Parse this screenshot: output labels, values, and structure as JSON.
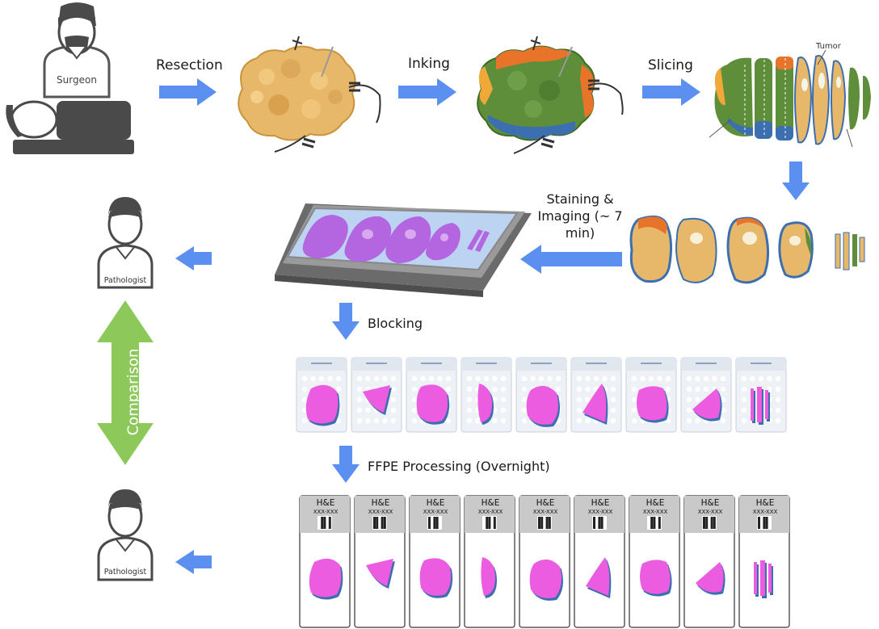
{
  "labels": {
    "resection": "Resection",
    "inking": "Inking",
    "slicing": "Slicing",
    "tumor": "Tumor",
    "staining": "Staining & Imaging (~ 7 min)",
    "blocking": "Blocking",
    "ffpe": "FFPE Processing (Overnight)",
    "comparison": "Comparison"
  },
  "people": {
    "surgeon": "Surgeon",
    "pathologist_top": "Pathologist",
    "pathologist_bottom": "Pathologist"
  },
  "slides": [
    {
      "stain": "H&E",
      "code": "XXX-XXX"
    },
    {
      "stain": "H&E",
      "code": "XXX-XXX"
    },
    {
      "stain": "H&E",
      "code": "XXX-XXX"
    },
    {
      "stain": "H&E",
      "code": "XXX-XXX"
    },
    {
      "stain": "H&E",
      "code": "XXX-XXX"
    },
    {
      "stain": "H&E",
      "code": "XXX-XXX"
    },
    {
      "stain": "H&E",
      "code": "XXX-XXX"
    },
    {
      "stain": "H&E",
      "code": "XXX-XXX"
    },
    {
      "stain": "H&E",
      "code": "XXX-XXX"
    }
  ],
  "colors": {
    "arrow": "#5b8ff0",
    "comparison_arrow": "#8dc95a",
    "tissue": "#e8b86a",
    "ink_green": "#5e8e3a",
    "ink_orange": "#e8742a",
    "ink_blue": "#3b6fb0",
    "stain_purple": "#b466e0",
    "he_pink": "#ec5ce0",
    "figure_gray": "#4a4a4a"
  }
}
